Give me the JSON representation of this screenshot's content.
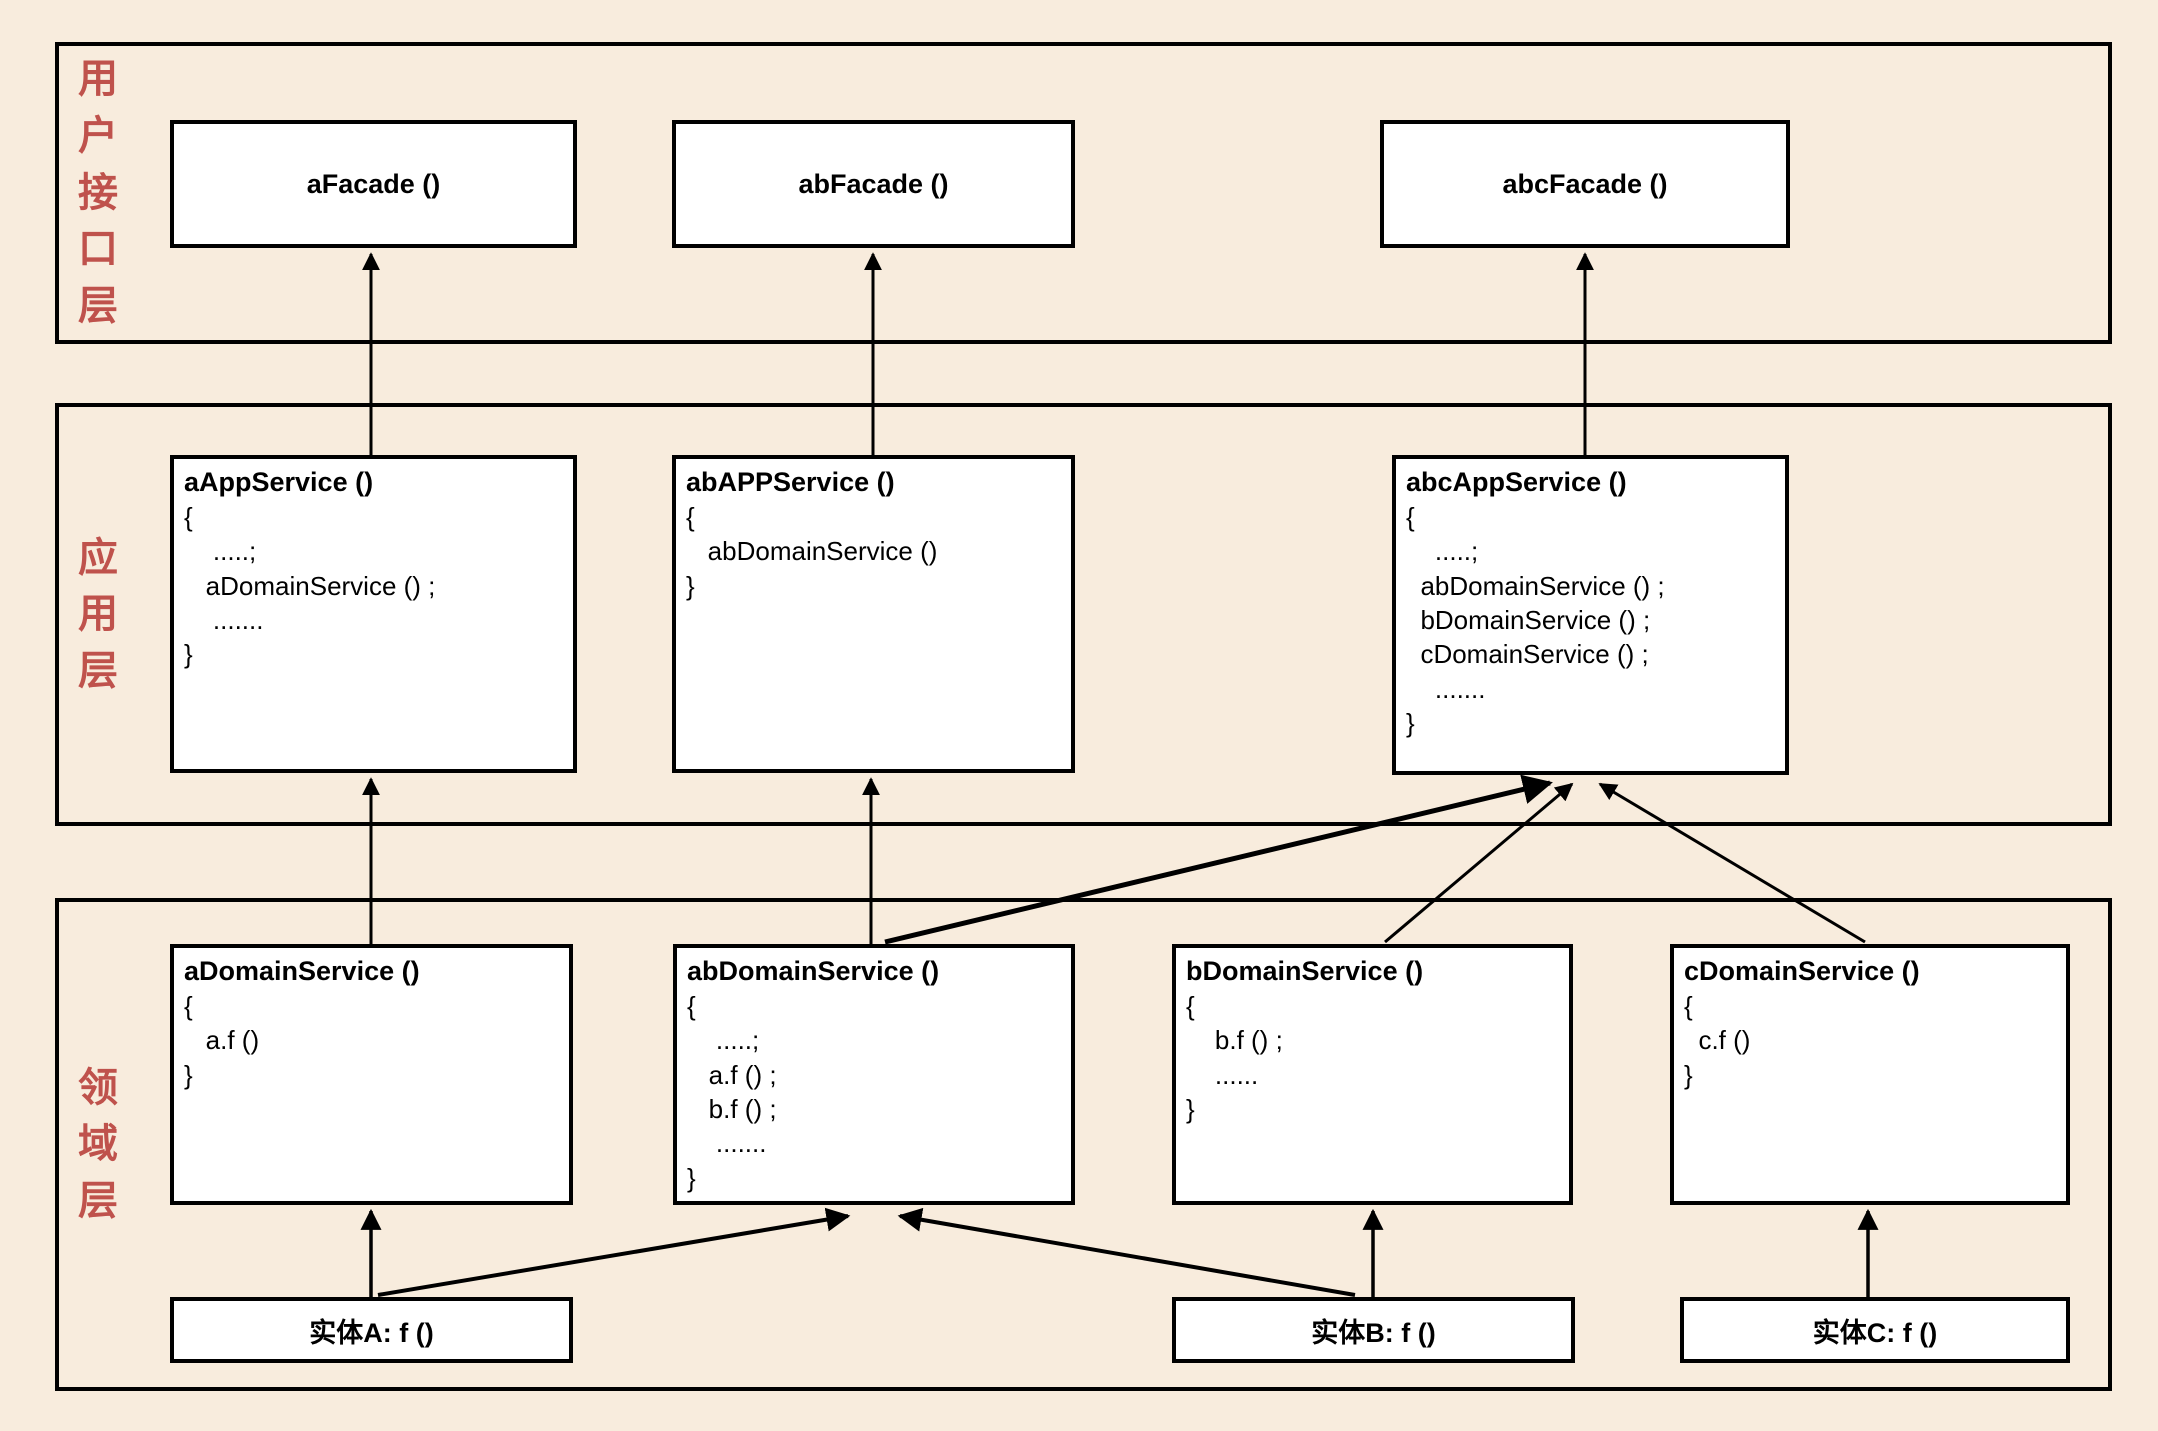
{
  "canvas": {
    "background_color": "#f8ecdd",
    "accent_red": "#bf524c",
    "line_color": "#000000",
    "box_fill": "#ffffff"
  },
  "layers": {
    "ui": {
      "label": "用户接口层"
    },
    "app": {
      "label": "应用层"
    },
    "domain": {
      "label": "领域层"
    }
  },
  "boxes": {
    "aFacade": {
      "title": "aFacade ()"
    },
    "abFacade": {
      "title": "abFacade ()"
    },
    "abcFacade": {
      "title": "abcFacade ()"
    },
    "aAppService": {
      "title": "aAppService ()",
      "body": "{\n    .....;\n   aDomainService () ;\n    .......\n}"
    },
    "abAppService": {
      "title": "abAPPService ()",
      "body": "{\n   abDomainService ()\n}"
    },
    "abcAppService": {
      "title": "abcAppService ()",
      "body": "{\n    .....;\n  abDomainService () ;\n  bDomainService () ;\n  cDomainService () ;\n    .......\n}"
    },
    "aDomainService": {
      "title": "aDomainService ()",
      "body": "{\n   a.f ()\n}"
    },
    "abDomainService": {
      "title": "abDomainService ()",
      "body": "{\n    .....;\n   a.f () ;\n   b.f () ;\n    .......\n}"
    },
    "bDomainService": {
      "title": "bDomainService ()",
      "body": "{\n    b.f () ;\n    ......\n}"
    },
    "cDomainService": {
      "title": "cDomainService ()",
      "body": "{\n  c.f ()\n}"
    },
    "entityA": {
      "label": "实体A: f ()"
    },
    "entityB": {
      "label": "实体B: f ()"
    },
    "entityC": {
      "label": "实体C: f ()"
    }
  },
  "edges": [
    {
      "from": "aAppService",
      "to": "aFacade"
    },
    {
      "from": "abAPPService",
      "to": "abFacade"
    },
    {
      "from": "abcAppService",
      "to": "abcFacade"
    },
    {
      "from": "aDomainService",
      "to": "aAppService"
    },
    {
      "from": "abDomainService",
      "to": "abAPPService"
    },
    {
      "from": "abDomainService",
      "to": "abcAppService"
    },
    {
      "from": "bDomainService",
      "to": "abcAppService"
    },
    {
      "from": "cDomainService",
      "to": "abcAppService"
    },
    {
      "from": "实体A",
      "to": "aDomainService"
    },
    {
      "from": "实体A",
      "to": "abDomainService"
    },
    {
      "from": "实体B",
      "to": "abDomainService"
    },
    {
      "from": "实体B",
      "to": "bDomainService"
    },
    {
      "from": "实体C",
      "to": "cDomainService"
    }
  ]
}
